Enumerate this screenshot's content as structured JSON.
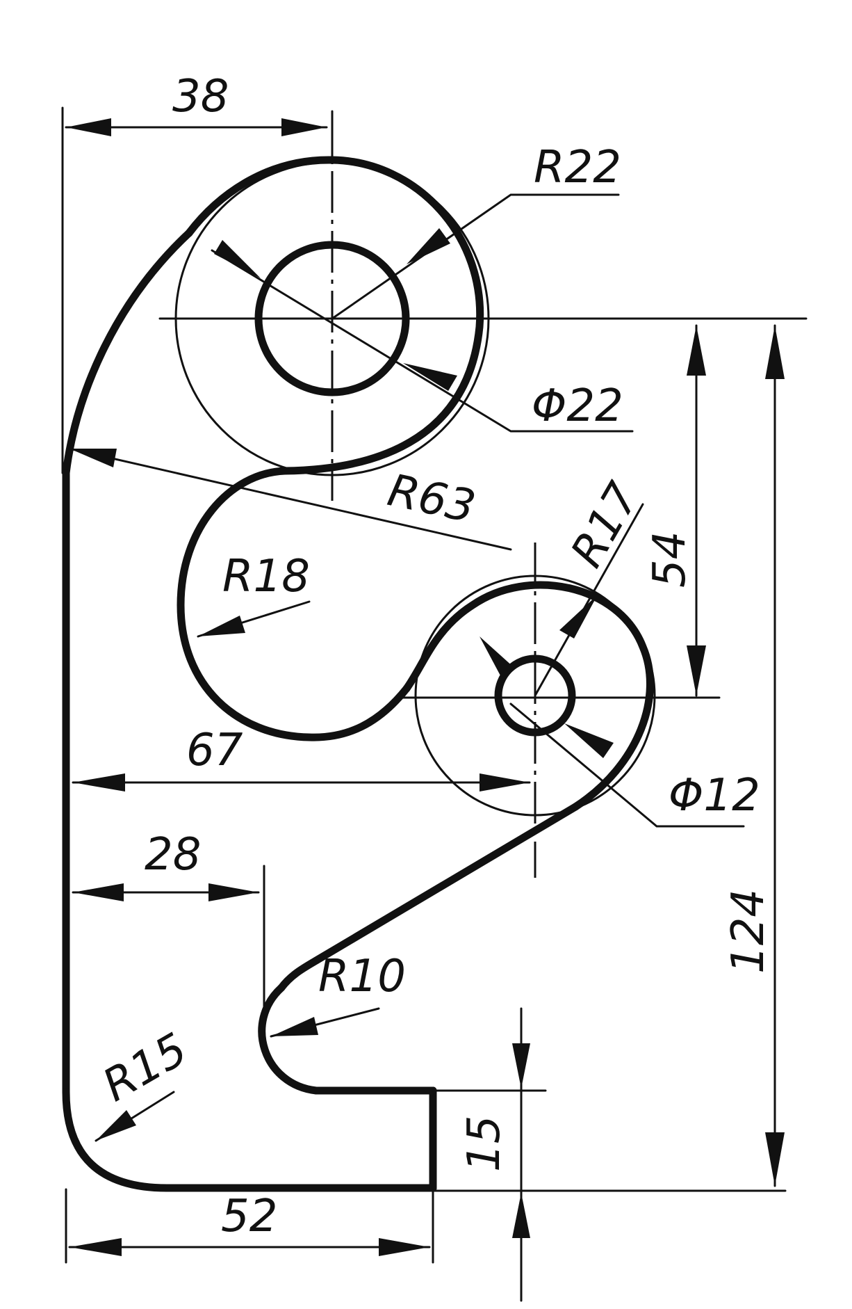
{
  "drawing": {
    "dimensions": {
      "top_width": "38",
      "r22": "R22",
      "d22": "Φ22",
      "r63": "R63",
      "r18": "R18",
      "r17": "R17",
      "v54": "54",
      "h67": "67",
      "d12": "Φ12",
      "h28": "28",
      "r10": "R10",
      "v124": "124",
      "r15": "R15",
      "v15": "15",
      "h52": "52"
    }
  }
}
